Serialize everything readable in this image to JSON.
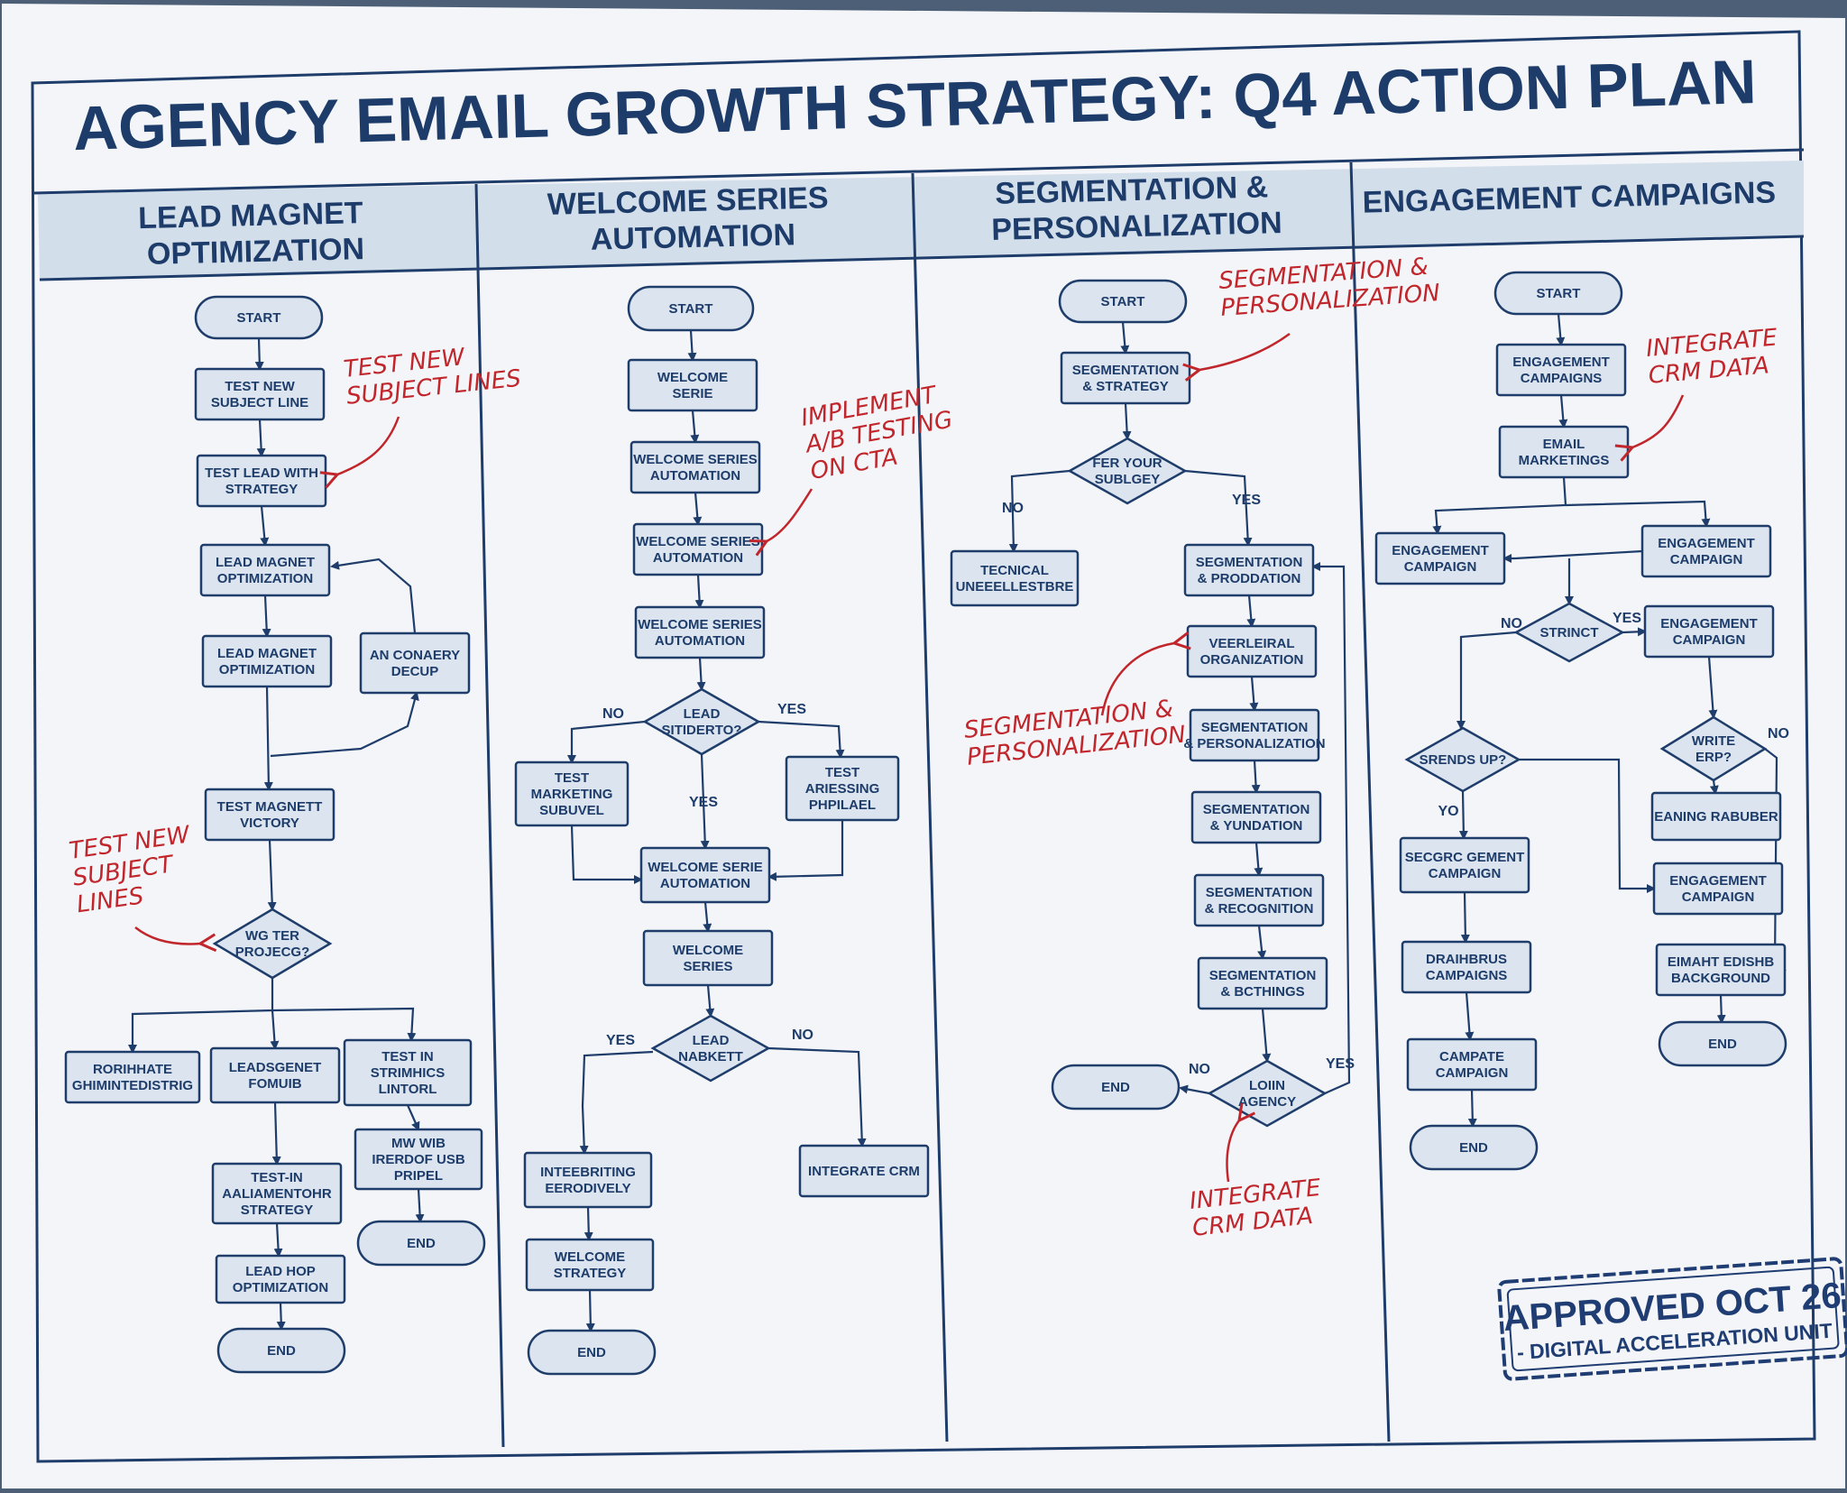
{
  "title": "AGENCY EMAIL GROWTH STRATEGY: Q4 ACTION PLAN",
  "columns": [
    {
      "lines": [
        "LEAD MAGNET",
        "OPTIMIZATION"
      ]
    },
    {
      "lines": [
        "WELCOME SERIES",
        "AUTOMATION"
      ]
    },
    {
      "lines": [
        "SEGMENTATION &",
        "PERSONALIZATION"
      ]
    },
    {
      "lines": [
        "ENGAGEMENT CAMPAIGNS"
      ]
    }
  ],
  "nodes": [
    {
      "id": "c1_start",
      "text": [
        "START"
      ]
    },
    {
      "id": "c1_test_new",
      "text": [
        "TEST NEW",
        "SUBJECT LINE"
      ]
    },
    {
      "id": "c1_test_lead",
      "text": [
        "TEST LEAD WITH",
        "STRATEGY"
      ]
    },
    {
      "id": "c1_lm1",
      "text": [
        "LEAD MAGNET",
        "OPTIMIZATION"
      ]
    },
    {
      "id": "c1_lm2",
      "text": [
        "LEAD MAGNET",
        "OPTIMIZATION"
      ]
    },
    {
      "id": "c1_conaery",
      "text": [
        "AN CONAERY",
        "DECUP"
      ]
    },
    {
      "id": "c1_victory",
      "text": [
        "TEST MAGNETT",
        "VICTORY"
      ]
    },
    {
      "id": "c1_dec",
      "text": [
        "WG TER",
        "PROJECG?"
      ]
    },
    {
      "id": "c1_ror",
      "text": [
        "RORIHHATE",
        "GHIMINTEDISTRIG"
      ]
    },
    {
      "id": "c1_leads",
      "text": [
        "LEADSGENET",
        "FOMUIB"
      ]
    },
    {
      "id": "c1_testin",
      "text": [
        "TEST IN",
        "STRIMHICS",
        "LINTORL"
      ]
    },
    {
      "id": "c1_aal",
      "text": [
        "TEST-IN",
        "AALIAMENTOHR",
        "STRATEGY"
      ]
    },
    {
      "id": "c1_mw",
      "text": [
        "MW WIB",
        "IRERDOF USB",
        "PRIPEL"
      ]
    },
    {
      "id": "c1_end_r",
      "text": [
        "END"
      ]
    },
    {
      "id": "c1_hop",
      "text": [
        "LEAD HOP",
        "OPTIMIZATION"
      ]
    },
    {
      "id": "c1_end",
      "text": [
        "END"
      ]
    },
    {
      "id": "c2_start",
      "text": [
        "START"
      ]
    },
    {
      "id": "c2_welcome",
      "text": [
        "WELCOME",
        "SERIE"
      ]
    },
    {
      "id": "c2_wsa1",
      "text": [
        "WELCOME SERIES",
        "AUTOMATION"
      ]
    },
    {
      "id": "c2_wsa2",
      "text": [
        "WELCOME SERIES",
        "AUTOMATION"
      ]
    },
    {
      "id": "c2_wsa3",
      "text": [
        "WELCOME SERIES",
        "AUTOMATION"
      ]
    },
    {
      "id": "c2_dec1",
      "text": [
        "LEAD",
        "SITIDERTO?"
      ]
    },
    {
      "id": "c2_tms",
      "text": [
        "TEST",
        "MARKETING",
        "SUBUVEL"
      ]
    },
    {
      "id": "c2_tap",
      "text": [
        "TEST",
        "ARIESSING",
        "PHPILAEL"
      ]
    },
    {
      "id": "c2_wsa4",
      "text": [
        "WELCOME SERIE",
        "AUTOMATION"
      ]
    },
    {
      "id": "c2_ws",
      "text": [
        "WELCOME",
        "SERIES"
      ]
    },
    {
      "id": "c2_dec2",
      "text": [
        "LEAD",
        "NABKETT"
      ]
    },
    {
      "id": "c2_integ",
      "text": [
        "INTEEBRITING",
        "EERODIVELY"
      ]
    },
    {
      "id": "c2_crm",
      "text": [
        "INTEGRATE CRM"
      ]
    },
    {
      "id": "c2_wstrat",
      "text": [
        "WELCOME",
        "STRATEGY"
      ]
    },
    {
      "id": "c2_end",
      "text": [
        "END"
      ]
    },
    {
      "id": "c3_start",
      "text": [
        "START"
      ]
    },
    {
      "id": "c3_segstrat",
      "text": [
        "SEGMENTATION",
        "& STRATEGY"
      ]
    },
    {
      "id": "c3_dec1",
      "text": [
        "FER YOUR",
        "SUBLGEY"
      ]
    },
    {
      "id": "c3_tech",
      "text": [
        "TECNICAL",
        "UNEEELLESTBRE"
      ]
    },
    {
      "id": "c3_prod",
      "text": [
        "SEGMENTATION",
        "& PRODDATION"
      ]
    },
    {
      "id": "c3_veer",
      "text": [
        "VEERLEIRAL",
        "ORGANIZATION"
      ]
    },
    {
      "id": "c3_pers",
      "text": [
        "SEGMENTATION",
        "& PERSONALIZATION"
      ]
    },
    {
      "id": "c3_fund",
      "text": [
        "SEGMENTATION",
        "& YUNDATION"
      ]
    },
    {
      "id": "c3_recog",
      "text": [
        "SEGMENTATION",
        "& RECOGNITION"
      ]
    },
    {
      "id": "c3_bth",
      "text": [
        "SEGMENTATION",
        "& BCTHINGS"
      ]
    },
    {
      "id": "c3_dec2",
      "text": [
        "LOIIN",
        "AGENCY"
      ]
    },
    {
      "id": "c3_end",
      "text": [
        "END"
      ]
    },
    {
      "id": "c4_start",
      "text": [
        "START"
      ]
    },
    {
      "id": "c4_engc",
      "text": [
        "ENGAGEMENT",
        "CAMPAIGNS"
      ]
    },
    {
      "id": "c4_emk",
      "text": [
        "EMAIL",
        "MARKETINGS"
      ]
    },
    {
      "id": "c4_eng_l",
      "text": [
        "ENGAGEMENT",
        "CAMPAIGN"
      ]
    },
    {
      "id": "c4_eng_r",
      "text": [
        "ENGAGEMENT",
        "CAMPAIGN"
      ]
    },
    {
      "id": "c4_strinct",
      "text": [
        "STRINCT"
      ]
    },
    {
      "id": "c4_eng_r2",
      "text": [
        "ENGAGEMENT",
        "CAMPAIGN"
      ]
    },
    {
      "id": "c4_srends",
      "text": [
        "SRENDS UP?"
      ]
    },
    {
      "id": "c4_write",
      "text": [
        "WRITE",
        "ERP?"
      ]
    },
    {
      "id": "c4_eaning",
      "text": [
        "EANING RABUBER"
      ]
    },
    {
      "id": "c4_secgr",
      "text": [
        "SECGRC GEMENT",
        "CAMPAIGN"
      ]
    },
    {
      "id": "c4_eng_r3",
      "text": [
        "ENGAGEMENT",
        "CAMPAIGN"
      ]
    },
    {
      "id": "c4_drai",
      "text": [
        "DRAIHBRUS",
        "CAMPAIGNS"
      ]
    },
    {
      "id": "c4_eimaht",
      "text": [
        "EIMAHT EDISHB",
        "BACKGROUND"
      ]
    },
    {
      "id": "c4_campate",
      "text": [
        "CAMPATE",
        "CAMPAIGN"
      ]
    },
    {
      "id": "c4_end_r",
      "text": [
        "END"
      ]
    },
    {
      "id": "c4_end_l",
      "text": [
        "END"
      ]
    }
  ],
  "edge_labels": [
    {
      "id": "c2_no1",
      "text": "NO"
    },
    {
      "id": "c2_yes1",
      "text": "YES"
    },
    {
      "id": "c2_yes_down",
      "text": "YES"
    },
    {
      "id": "c2_yes2",
      "text": "YES"
    },
    {
      "id": "c2_no2",
      "text": "NO"
    },
    {
      "id": "c3_no1",
      "text": "NO"
    },
    {
      "id": "c3_yes1",
      "text": "YES"
    },
    {
      "id": "c3_no2",
      "text": "NO"
    },
    {
      "id": "c3_yes2",
      "text": "YES"
    },
    {
      "id": "c4_no1",
      "text": "NO"
    },
    {
      "id": "c4_yes1",
      "text": "YES"
    },
    {
      "id": "c4_yo",
      "text": "YO"
    },
    {
      "id": "c4_no2",
      "text": "NO"
    }
  ],
  "annotations": [
    {
      "id": "a1",
      "lines": [
        "TEST NEW",
        "SUBJECT LINES"
      ]
    },
    {
      "id": "a2",
      "lines": [
        "TEST NEW",
        "SUBJECT",
        "LINES"
      ]
    },
    {
      "id": "a3",
      "lines": [
        "IMPLEMENT",
        "A/B TESTING",
        "ON CTA"
      ]
    },
    {
      "id": "a4",
      "lines": [
        "SEGMENTATION &",
        "PERSONALIZATION"
      ]
    },
    {
      "id": "a5",
      "lines": [
        "SEGMENTATION &",
        "PERSONALIZATION"
      ]
    },
    {
      "id": "a6",
      "lines": [
        "INTEGRATE",
        "CRM DATA"
      ]
    },
    {
      "id": "a7",
      "lines": [
        "INTEGRATE",
        "CRM DATA"
      ]
    }
  ],
  "stamp": {
    "line1": "APPROVED OCT 26",
    "line2": "- DIGITAL ACCELERATION UNIT"
  },
  "colors": {
    "ink": "#1d3c6a",
    "box_fill": "#dbe4ef",
    "header_fill": "#d3deeb",
    "annotation": "#c0262b",
    "backdrop": "#4c5f77",
    "paper": "#f3f5f8"
  }
}
